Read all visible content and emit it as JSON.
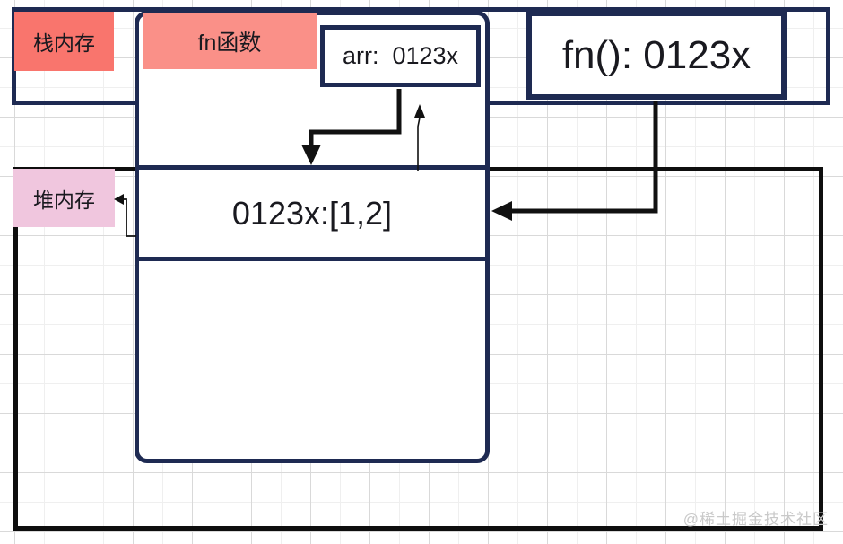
{
  "diagram": {
    "stack_region": {
      "label": "栈内存"
    },
    "heap_region": {
      "label": "堆内存"
    },
    "fn_scope": {
      "title": "fn函数",
      "variable": "arr:  0123x"
    },
    "fn_call": {
      "value": "fn(): 0123x"
    },
    "heap_object": {
      "value": "0123x:[1,2]"
    },
    "watermark": "@稀土掘金技术社区"
  },
  "colors": {
    "region_border_stack": "#1e2a52",
    "region_border_heap": "#0e0e0e",
    "stack_label_bg": "#f9756d",
    "fn_header_bg": "#fa9088",
    "heap_label_bg": "#f0c6de",
    "arrow": "#111111",
    "grid_major": "#d9d9d9",
    "grid_minor": "#efefef",
    "watermark_text": "#c9c9c9"
  }
}
